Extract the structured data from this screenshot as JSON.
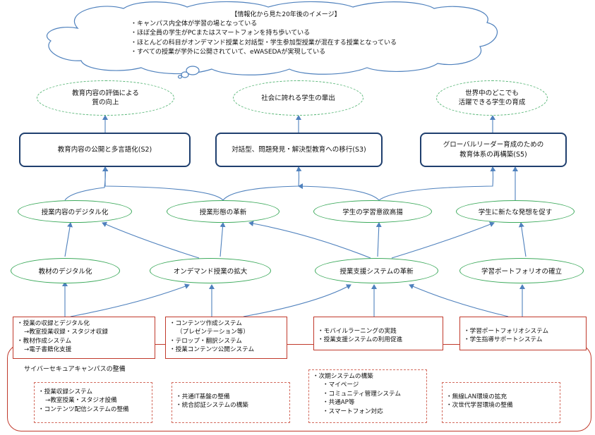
{
  "vision": {
    "title": "【情報化から見た20年後のイメージ】",
    "items": [
      "・キャンパス内全体が学習の場となっている",
      "・ほぼ全員の学生がPCまたはスマートフォンを持ち歩いている",
      "・ほとんどの科目がオンデマンド授業と対話型・学生参加型授業が混在する授業となっている",
      "・すべての授業が学外に公開されていて、eWASEDAが実現している"
    ]
  },
  "goals": [
    {
      "line1": "教育内容の評価による",
      "line2": "質の向上"
    },
    {
      "line1": "社会に誇れる学生の輩出",
      "line2": ""
    },
    {
      "line1": "世界中のどこでも",
      "line2": "活躍できる学生の育成"
    }
  ],
  "strategies": [
    {
      "line1": "教育内容の公開と多言語化(S2)",
      "line2": ""
    },
    {
      "line1": "対話型、問題発見・解決型教育への移行(S3)",
      "line2": ""
    },
    {
      "line1": "グローバルリーダー育成のための",
      "line2": "教育体系の再構築(S5)"
    }
  ],
  "objectives_upper": [
    "授業内容のデジタル化",
    "授業形態の革新",
    "学生の学習意欲高揚",
    "学生に新たな発想を促す"
  ],
  "objectives_lower": [
    "教材のデジタル化",
    "オンデマンド授業の拡大",
    "授業支援システムの革新",
    "学習ポートフォリオの確立"
  ],
  "actions": [
    [
      "・授業の収録とデジタル化",
      "→教室授業収録・スタジオ収録",
      "・教材作成システム",
      "→電子書籍化支援"
    ],
    [
      "・コンテンツ作成システム",
      "（プレゼンテーション等）",
      "・テロップ・翻訳システム",
      "・授業コンテンツ公開システム"
    ],
    [
      "・モバイルラーニングの実践",
      "・授業支援システムの利用促進"
    ],
    [
      "・学習ポートフォリオシステム",
      "・学生指導サポートシステム"
    ]
  ],
  "cyber": {
    "title": "サイバーセキュアキャンパスの整備",
    "boxes": [
      [
        "・授業収録システム",
        "→教室授業・スタジオ設備",
        "・コンテンツ配信システムの整備"
      ],
      [
        "・共通IT基盤の整備",
        "・統合認証システムの構築"
      ],
      [
        "・次期システムの構築",
        "・マイページ",
        "・コミュニティ管理システム",
        "・共通AP等",
        "・スマートフォン対応"
      ],
      [
        "・無線LAN環境の拡充",
        "・次世代学習環境の整備"
      ]
    ]
  },
  "colors": {
    "connector": "#4f81bd",
    "strategy_border": "#1f3f6e",
    "objective_border": "#3daa5c",
    "goal_border": "#5cb87a",
    "action_border": "#c0392b"
  }
}
